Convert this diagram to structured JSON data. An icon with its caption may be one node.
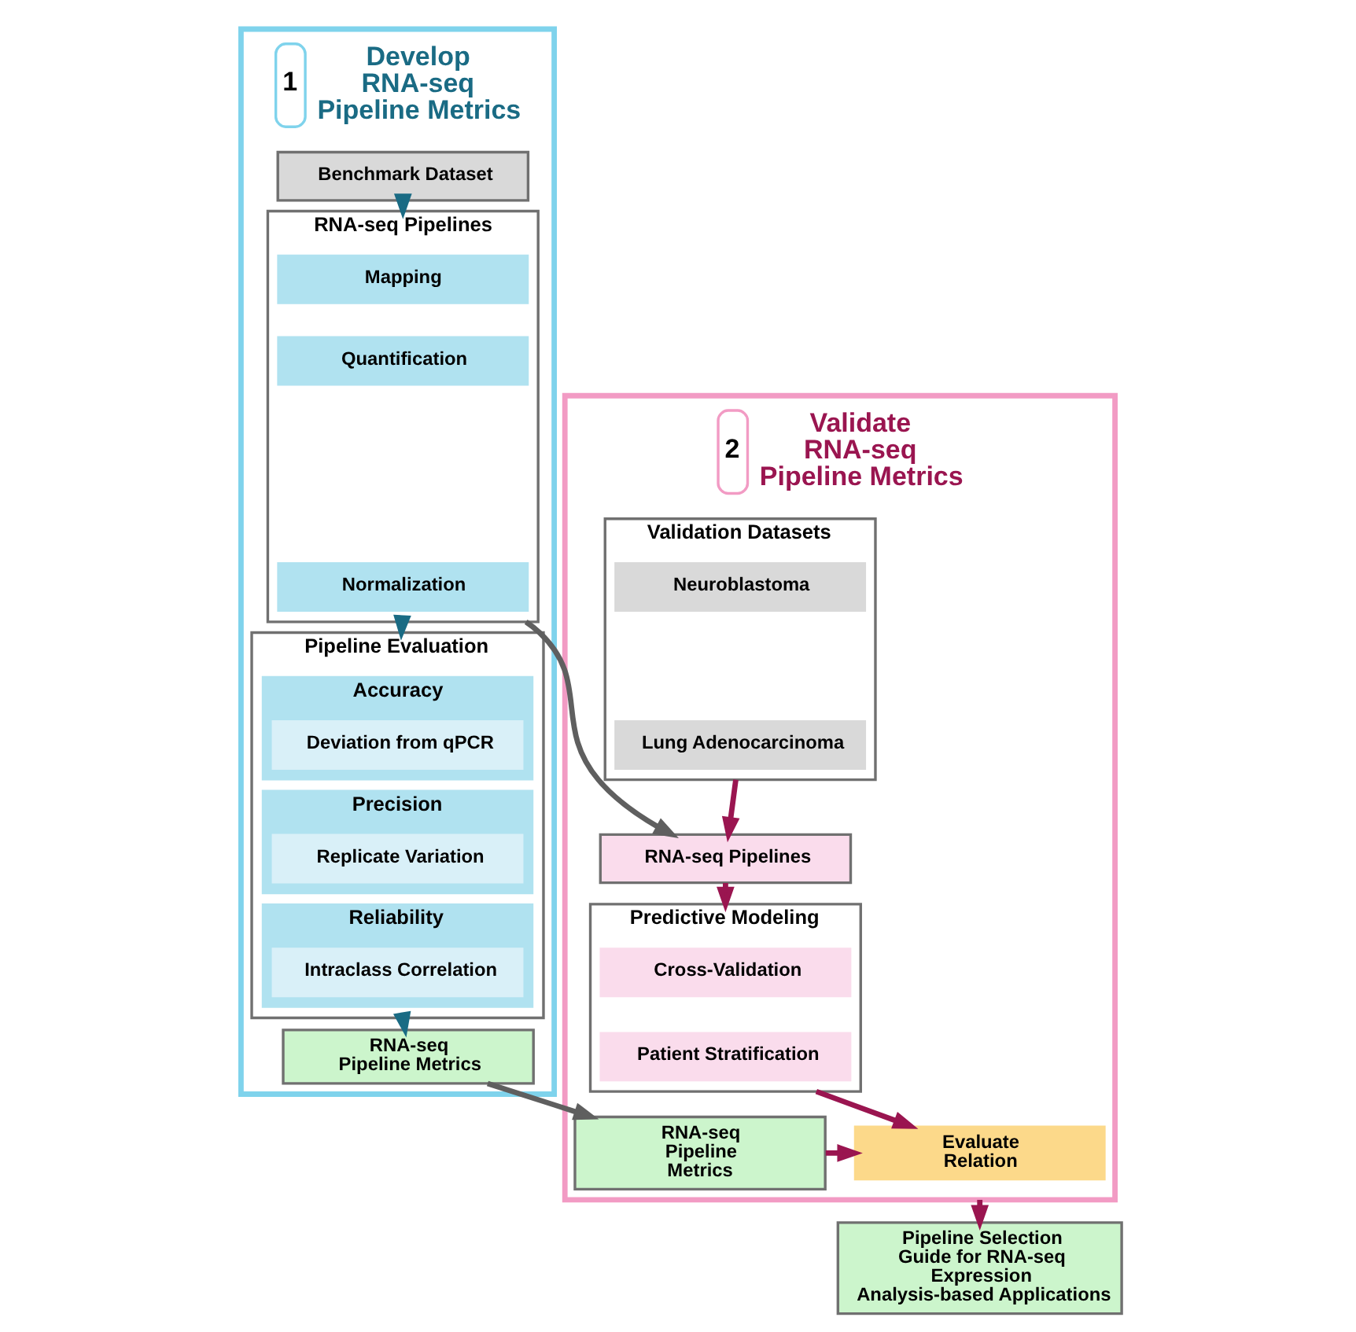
{
  "diagram": {
    "nodes": [
      {
        "text": [
          "Develop RNA-seq Pipeline Metrics"
        ],
        "beside": [
          "1"
        ]
      },
      {
        "text": [
          "Benchmark Dataset"
        ],
        "in": 0
      },
      {
        "text": [
          "RNA-seq Pipelines"
        ],
        "in": 0
      },
      {
        "text": [
          "Mapping"
        ],
        "in": 2
      },
      {
        "text": [
          "Quantification"
        ],
        "in": 2
      },
      {
        "text": [
          "Normalization"
        ],
        "in": 2
      },
      {
        "text": [
          "Pipeline Evaluation"
        ],
        "in": 0
      },
      {
        "text": [
          "Accuracy"
        ],
        "in": 6
      },
      {
        "text": [
          "Deviation from qPCR"
        ],
        "in": 7
      },
      {
        "text": [
          "Precision"
        ],
        "in": 6
      },
      {
        "text": [
          "Replicate Variation"
        ],
        "in": 9
      },
      {
        "text": [
          "Reliability"
        ],
        "in": 6
      },
      {
        "text": [
          "Intraclass Correlation"
        ],
        "in": 11
      },
      {
        "text": [
          "RNA-seq Pipeline Metrics"
        ],
        "in": 0
      },
      {
        "text": [
          "Validate RNA-seq Pipeline Metrics"
        ],
        "beside": [
          "2"
        ]
      },
      {
        "text": [
          "Validation Datasets"
        ],
        "in": 14
      },
      {
        "text": [
          "Neuroblastoma"
        ],
        "in": 15
      },
      {
        "text": [
          "Lung Adenocarcinoma"
        ],
        "in": 15
      },
      {
        "text": [
          "RNA-seq Pipelines"
        ],
        "in": 14
      },
      {
        "text": [
          "Predictive Modeling"
        ],
        "in": 14
      },
      {
        "text": [
          "Cross-Validation"
        ],
        "in": 19
      },
      {
        "text": [
          "Patient Stratification"
        ],
        "in": 19
      },
      {
        "text": [
          "RNA-seq Pipeline Metrics"
        ],
        "in": 14
      },
      {
        "text": [
          "Evaluate Relation"
        ],
        "in": 14
      },
      {
        "text": [
          "Pipeline Selection Guide for RNA-seq Expression Analysis-based Applications"
        ]
      }
    ],
    "edges": [
      {
        "from": 1,
        "to": 2,
        "arrow": "to",
        "color": "#1a6b84"
      },
      {
        "from": 2,
        "to": 6,
        "arrow": "to",
        "color": "#1a6b84"
      },
      {
        "from": 6,
        "to": 13,
        "arrow": "to",
        "color": "#1a6b84"
      },
      {
        "from": 2,
        "to": 18,
        "arrow": "to",
        "color": "#5f5f5f"
      },
      {
        "from": 15,
        "to": 18,
        "arrow": "to",
        "color": "#9a1550"
      },
      {
        "from": 18,
        "to": 19,
        "arrow": "to",
        "color": "#9a1550"
      },
      {
        "from": 19,
        "to": 23,
        "arrow": "to",
        "color": "#9a1550"
      },
      {
        "from": 22,
        "to": 23,
        "arrow": "to",
        "color": "#9a1550"
      },
      {
        "from": 13,
        "to": 22,
        "arrow": "to",
        "color": "#5f5f5f"
      },
      {
        "from": 14,
        "to": 24,
        "arrow": "to",
        "color": "#9a1550"
      }
    ]
  }
}
